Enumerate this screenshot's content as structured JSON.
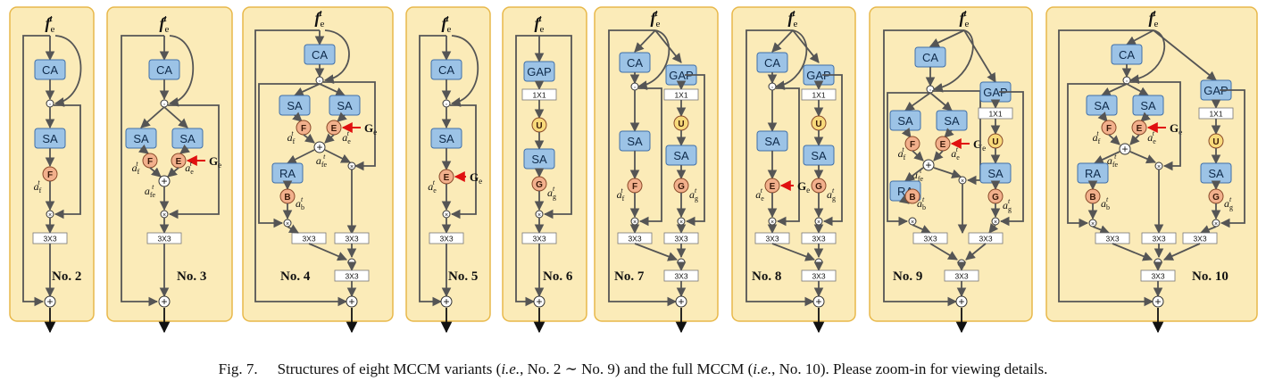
{
  "colors": {
    "panel_fill": "#FBEBB8",
    "panel_stroke": "#E8B84A",
    "block_fill": "#9CC3E6",
    "block_stroke": "#3F6FA8",
    "gate_fill": "#F2B08C",
    "gate_stroke": "#8A4A2A",
    "u_fill": "#F8DA7A",
    "arrow": "#555555",
    "ge_arrow": "#E01010"
  },
  "glyphs": {
    "f": "f",
    "e": "e",
    "t": "t",
    "a": "a",
    "times": "×",
    "plus": "+",
    "dot": "·"
  },
  "labels": {
    "CA": "CA",
    "SA": "SA",
    "RA": "RA",
    "GAP": "GAP",
    "conv1": "1X1",
    "conv3": "3X3",
    "F": "F",
    "E": "E",
    "B": "B",
    "G": "G",
    "U": "U",
    "Ge": "G",
    "Ge_sub": "e",
    "sub_f": "f",
    "sub_e": "e",
    "sub_fe": "fe",
    "sub_b": "b",
    "sub_g": "g"
  },
  "variants": [
    {
      "label": "No. 2"
    },
    {
      "label": "No. 3"
    },
    {
      "label": "No. 4"
    },
    {
      "label": "No. 5"
    },
    {
      "label": "No. 6"
    },
    {
      "label": "No. 7"
    },
    {
      "label": "No. 8"
    },
    {
      "label": "No. 9"
    },
    {
      "label": "No. 10"
    }
  ],
  "caption": {
    "label": "Fig. 7.",
    "t1": "Structures of eight MCCM variants (",
    "ie1": "i.e.",
    "t2": ", No. 2 ∼ No. 9) and the full MCCM (",
    "ie2": "i.e.",
    "t3": ", No. 10). Please zoom-in for viewing details."
  }
}
